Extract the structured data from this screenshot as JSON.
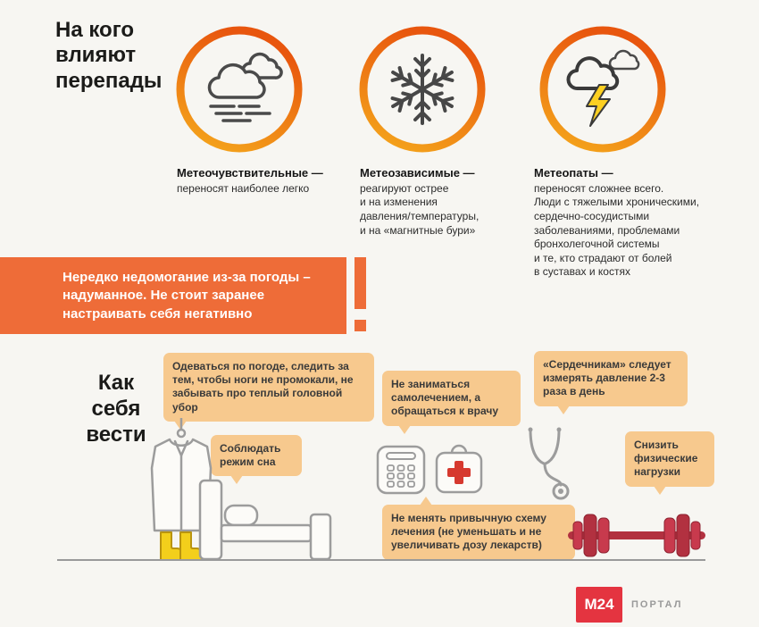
{
  "header": {
    "title": "На кого\nвлияют\nперепады"
  },
  "types": [
    {
      "icon": "fog-clouds-icon",
      "title": "Метеочувствительные —",
      "desc": "переносят наиболее легко"
    },
    {
      "icon": "snowflake-icon",
      "title": "Метеозависимые —",
      "desc": "реагируют острее\nи на изменения\nдавления/температуры,\nи на «магнитные бури»"
    },
    {
      "icon": "storm-cloud-icon",
      "title": "Метеопаты —",
      "desc": "переносят сложнее всего.\nЛюди с тяжелыми хроническими,\nсердечно-сосудистыми\nзаболеваниями, проблемами\nбронхолегочной системы\nи те, кто страдают от болей\nв суставах и костях"
    }
  ],
  "warning": {
    "text": "Нередко недомогание из-за погоды –\nнадуманное. Не стоит заранее\nнастраивать себя негативно"
  },
  "advice": {
    "title": "Как\nсебя\nвести",
    "bubbles": [
      "Одеваться по погоде, следить\nза тем, чтобы ноги не промокали,\nне забывать про теплый\nголовной убор",
      "Соблюдать\nрежим сна",
      "Не заниматься\nсамолечением,\nа обращаться к врачу",
      "«Сердечникам» следует\nизмерять давление\n2-3 раза в день",
      "Снизить\nфизические\nнагрузки",
      "Не менять привычную\nсхему лечения (не уменьшать\nи не увеличивать дозу лекарств)"
    ]
  },
  "footer": {
    "logo": "М24",
    "portal": "ПОРТАЛ"
  },
  "icons": {
    "type_icons": [
      "fog-clouds-icon",
      "snowflake-icon",
      "storm-cloud-icon"
    ],
    "advice_icons": [
      "coat-icon",
      "boots-icon",
      "bed-icon",
      "phone-icon",
      "first-aid-kit-icon",
      "stethoscope-icon",
      "dumbbell-icon"
    ],
    "warning_icon": "exclamation-mark"
  },
  "colors": {
    "background": "#f7f6f2",
    "banner_orange": "#ee6c38",
    "ring_gradient_start": "#f5a91c",
    "ring_gradient_end": "#e8560e",
    "bubble": "#f7c98e",
    "lightning_yellow": "#fdd021",
    "boots_yellow": "#f3cf1b",
    "cross_red": "#d6392f",
    "dumbbell_red": "#c83a4d",
    "logo_red": "#e43440"
  }
}
